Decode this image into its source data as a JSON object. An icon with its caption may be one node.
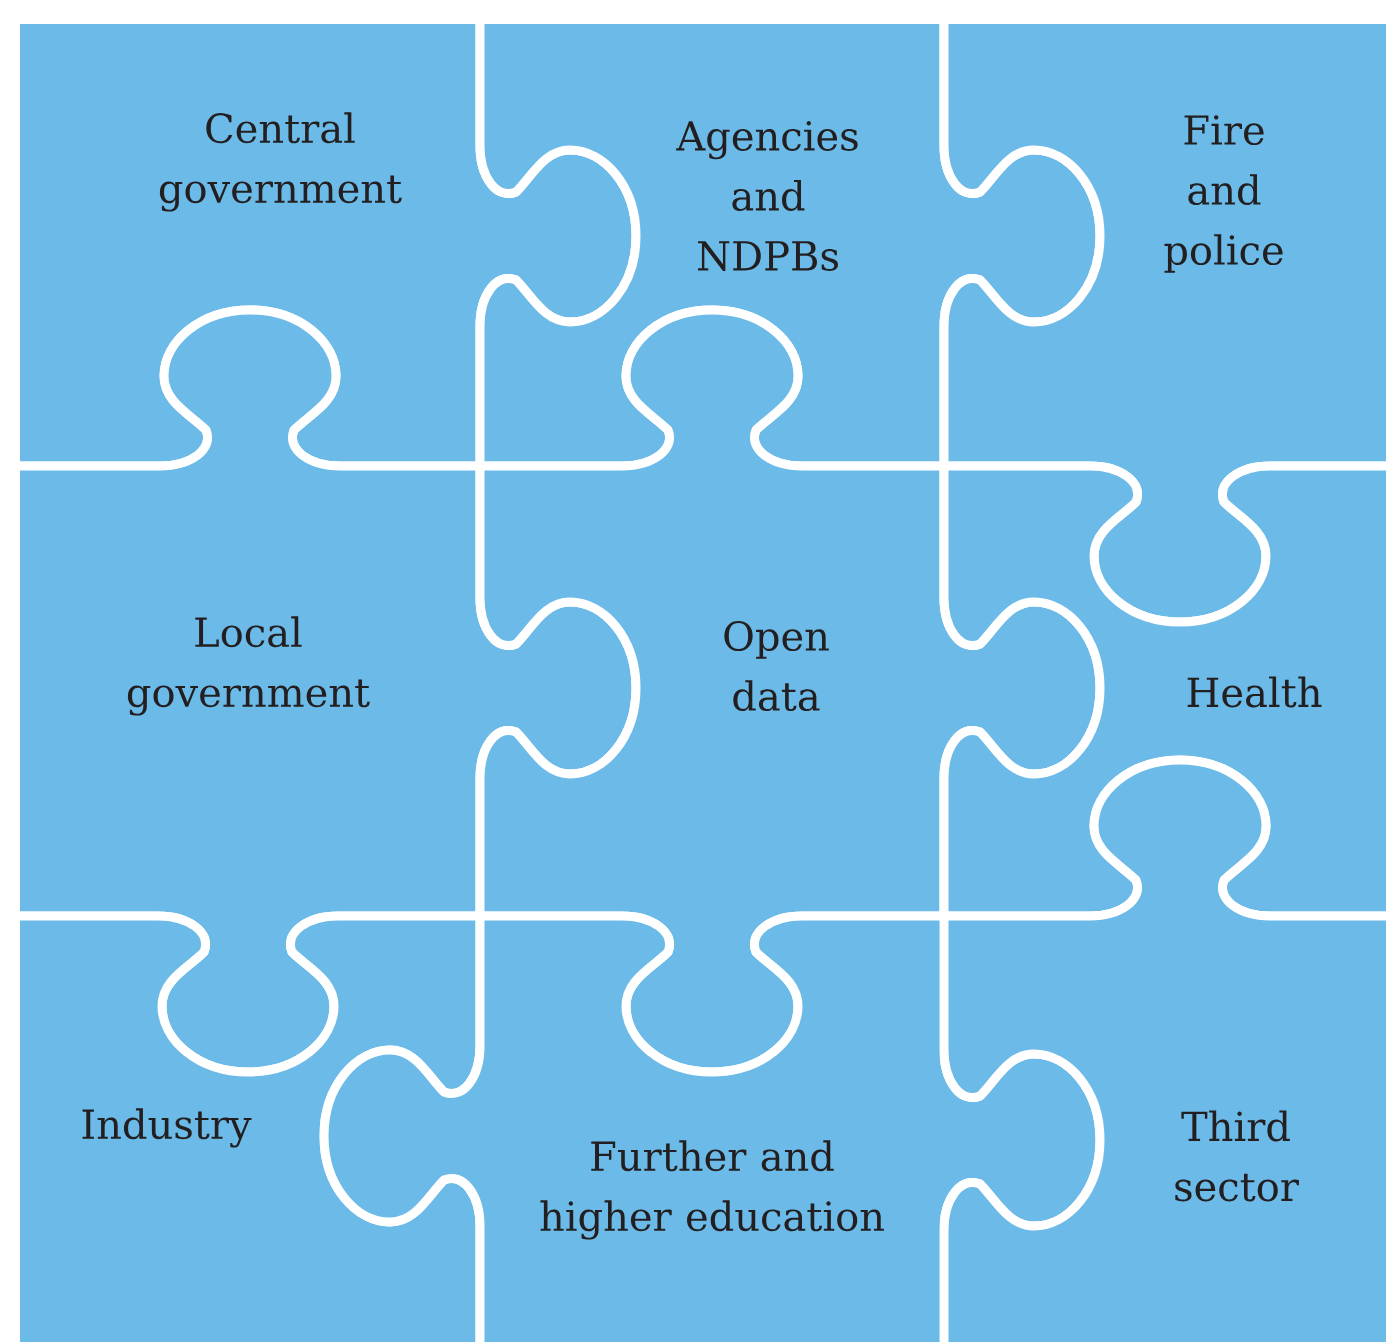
{
  "diagram": {
    "nodes": [
      {
        "text": [
          "Central government"
        ]
      },
      {
        "text": [
          "Agencies and NDPBs"
        ]
      },
      {
        "text": [
          "Fire and police"
        ]
      },
      {
        "text": [
          "Local government"
        ]
      },
      {
        "text": [
          "Open data"
        ]
      },
      {
        "text": [
          "Health"
        ]
      },
      {
        "text": [
          "Industry"
        ]
      },
      {
        "text": [
          "Further and higher education"
        ]
      },
      {
        "text": [
          "Third sector"
        ]
      }
    ]
  }
}
